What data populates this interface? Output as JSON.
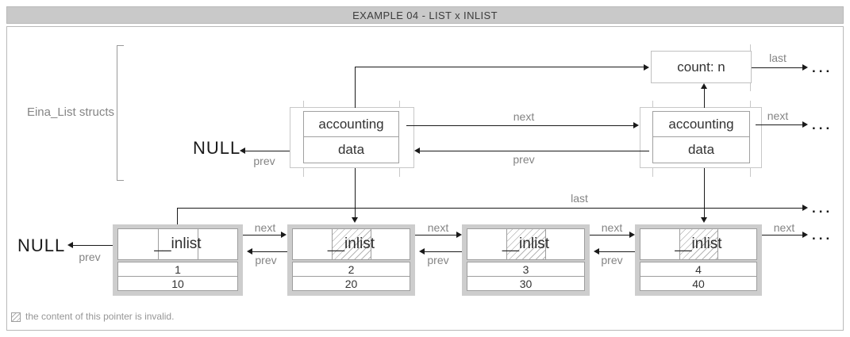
{
  "title": "EXAMPLE 04 - LIST x INLIST",
  "bracket_label": "Eina_List structs",
  "labels": {
    "next": "next",
    "prev": "prev",
    "last": "last",
    "null": "NULL",
    "ellipsis": "..."
  },
  "count_box": {
    "label": "count: n"
  },
  "eina_list_boxes": [
    {
      "top_field": "accounting",
      "bottom_field": "data"
    },
    {
      "top_field": "accounting",
      "bottom_field": "data"
    }
  ],
  "inlist_nodes": [
    {
      "label": "__inlist",
      "num": "1",
      "value": "10",
      "invalid": false
    },
    {
      "label": "__inlist",
      "num": "2",
      "value": "20",
      "invalid": true
    },
    {
      "label": "__inlist",
      "num": "3",
      "value": "30",
      "invalid": true
    },
    {
      "label": "__inlist",
      "num": "4",
      "value": "40",
      "invalid": true
    }
  ],
  "legend": {
    "text": "the content of this pointer is invalid."
  },
  "colors": {
    "titlebar_bg": "#c9c9c9",
    "frame_border": "#b9b9b9",
    "box_border_light": "#c8c8c8",
    "box_border_dark": "#a0a0a0",
    "node_frame_bg": "#cdcdcd",
    "label_gray": "#848484",
    "text_dark": "#333333",
    "arrow_black": "#1a1a1a",
    "hatch_line": "#b5b5b5"
  }
}
